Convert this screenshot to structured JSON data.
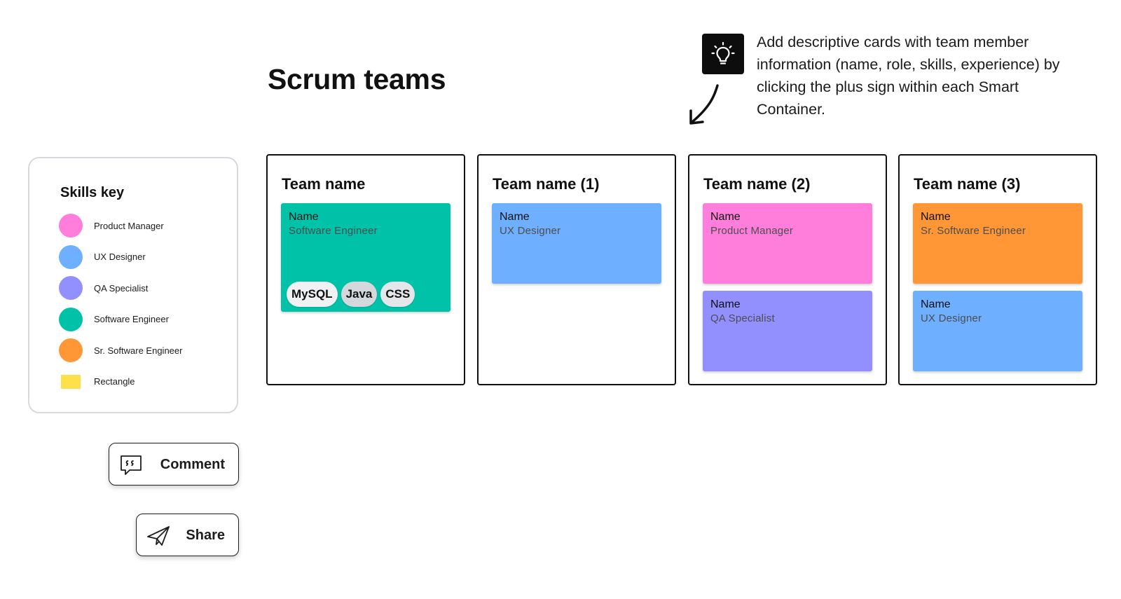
{
  "page": {
    "title": "Scrum teams"
  },
  "tip": {
    "icon": "lightbulb-icon",
    "text": "Add descriptive cards with team member information (name, role, skills, experience) by clicking the plus sign within each Smart Container."
  },
  "skills_key": {
    "title": "Skills key",
    "items": [
      {
        "label": "Product Manager",
        "color": "#FF7EDB",
        "shape": "circle"
      },
      {
        "label": "UX Designer",
        "color": "#6EAFFF",
        "shape": "circle"
      },
      {
        "label": "QA Specialist",
        "color": "#9290FF",
        "shape": "circle"
      },
      {
        "label": "Software Engineer",
        "color": "#00C2A8",
        "shape": "circle"
      },
      {
        "label": "Sr. Software Engineer",
        "color": "#FF9736",
        "shape": "circle"
      },
      {
        "label": "Rectangle",
        "color": "#FFE04A",
        "shape": "rectangle"
      }
    ]
  },
  "actions": {
    "comment_label": "Comment",
    "comment_icon": "comment-icon",
    "share_label": "Share",
    "share_icon": "paper-plane-icon"
  },
  "teams": [
    {
      "title": "Team name",
      "members": [
        {
          "name": "Name",
          "role": "Software Engineer",
          "color": "#00C2A8",
          "skills": [
            "MySQL",
            "Java",
            "CSS"
          ]
        }
      ]
    },
    {
      "title": "Team name (1)",
      "members": [
        {
          "name": "Name",
          "role": "UX Designer",
          "color": "#6EAFFF"
        }
      ]
    },
    {
      "title": "Team name (2)",
      "members": [
        {
          "name": "Name",
          "role": "Product Manager",
          "color": "#FF7EDB"
        },
        {
          "name": "Name",
          "role": "QA Specialist",
          "color": "#9290FF"
        }
      ]
    },
    {
      "title": "Team name (3)",
      "members": [
        {
          "name": "Name",
          "role": "Sr. Software Engineer",
          "color": "#FF9736"
        },
        {
          "name": "Name",
          "role": "UX Designer",
          "color": "#6EAFFF"
        }
      ]
    }
  ]
}
